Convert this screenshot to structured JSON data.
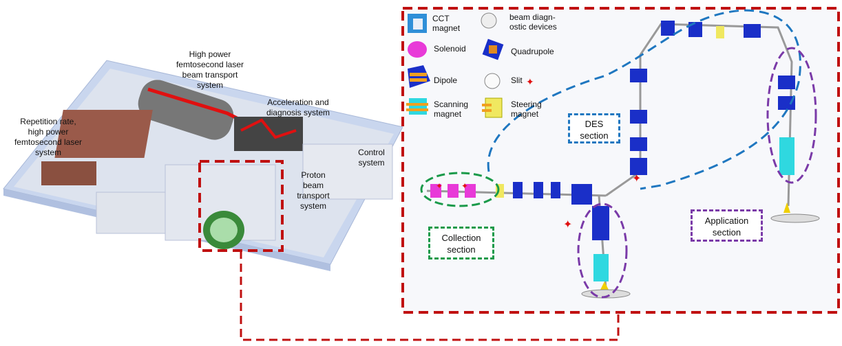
{
  "facility_labels": {
    "laser_transport": "High power femtosecond laser beam transport system",
    "acceleration": "Acceleration and diagnosis system",
    "laser_system": "Repetition rate, high power femtosecond laser system",
    "control": "Control system",
    "proton_transport": "Proton beam transport system"
  },
  "legend": [
    {
      "icon": "cct-magnet-icon",
      "label": "CCT magnet",
      "color": "#2f8fd8"
    },
    {
      "icon": "beam-diagnostic-icon",
      "label": "beam diagn-ostic devices",
      "color": "#e8e8e8"
    },
    {
      "icon": "solenoid-icon",
      "label": "Solenoid",
      "color": "#e83ad8"
    },
    {
      "icon": "quadrupole-icon",
      "label": "Quadrupole",
      "color": "#1a2fc8"
    },
    {
      "icon": "dipole-icon",
      "label": "Dipole",
      "color": "#1a2fc8"
    },
    {
      "icon": "slit-icon",
      "label": "Slit",
      "color": "#f0f0f0"
    },
    {
      "icon": "scanning-magnet-icon",
      "label": "Scanning magnet",
      "color": "#2fd8e0"
    },
    {
      "icon": "steering-magnet-icon",
      "label": "Steering magnet",
      "color": "#f0e860"
    }
  ],
  "sections": {
    "des": "DES section",
    "collection": "Collection section",
    "application": "Application section"
  },
  "colors": {
    "frame": "#c01010",
    "des": "#1f77c0",
    "collection": "#1a9a4a",
    "application": "#7a3aa8"
  }
}
